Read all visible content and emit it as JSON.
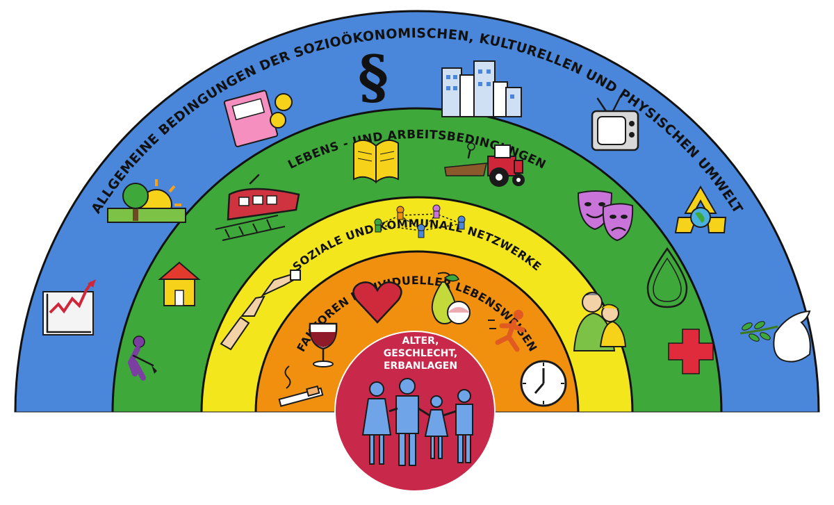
{
  "rainbow": {
    "bands": [
      {
        "key": "environment",
        "label": "ALLGEMEINE BEDINGUNGEN DER SOZIOÖKONOMISCHEN, KULTURELLEN UND PHYSISCHEN UMWELT",
        "color": "#4a86d9"
      },
      {
        "key": "living",
        "label": "LEBENS - UND ARBEITSBEDINGUNGEN",
        "color": "#3fa83a"
      },
      {
        "key": "social",
        "label": "SOZIALE UND KOMMUNALE NETZWERKE",
        "color": "#f3e61c"
      },
      {
        "key": "individual",
        "label": "FAKTOREN INDIVIDUELLER LEBENSWEISEN",
        "color": "#f0900e"
      }
    ],
    "core": {
      "lines": [
        "ALTER,",
        "GESCHLECHT,",
        "ERBANLAGEN"
      ],
      "color": "#c8284a"
    }
  },
  "icons": {
    "environment": [
      "growth-chart-icon",
      "landscape-sun-icon",
      "money-icon",
      "paragraph-law-icon",
      "city-buildings-icon",
      "television-icon",
      "recycling-icon",
      "dove-peace-icon"
    ],
    "living": [
      "worker-digging-icon",
      "house-icon",
      "train-icon",
      "book-icon",
      "tractor-icon",
      "theater-masks-icon",
      "water-drop-icon",
      "medical-cross-icon"
    ],
    "social": [
      "helping-hands-icon",
      "network-people-icon",
      "family-embrace-icon"
    ],
    "individual": [
      "cigarette-icon",
      "wine-glass-icon",
      "heart-icon",
      "fruit-icon",
      "runner-icon",
      "clock-icon"
    ],
    "core": [
      "family-figures-icon"
    ]
  },
  "paragraph_symbol": "§"
}
